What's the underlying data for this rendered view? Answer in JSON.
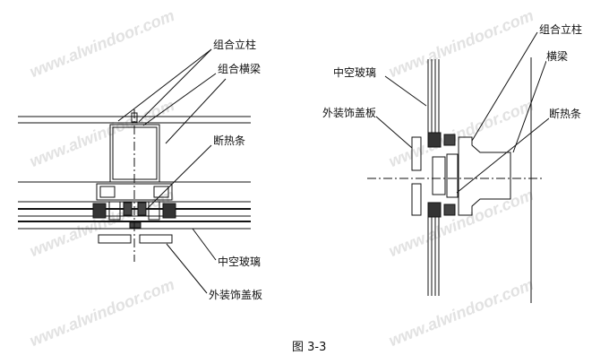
{
  "watermark": "www.alwindoor.com",
  "left_section": {
    "labels": {
      "mullion": "组合立柱",
      "transom": "组合横梁",
      "thermal_break": "断热条",
      "insulating_glass": "中空玻璃",
      "cover_plate": "外装饰盖板"
    }
  },
  "right_section": {
    "labels": {
      "insulating_glass": "中空玻璃",
      "cover_plate": "外装饰盖板",
      "mullion": "组合立柱",
      "transom": "横梁",
      "thermal_break": "断热条"
    }
  },
  "caption": "图 3-3"
}
